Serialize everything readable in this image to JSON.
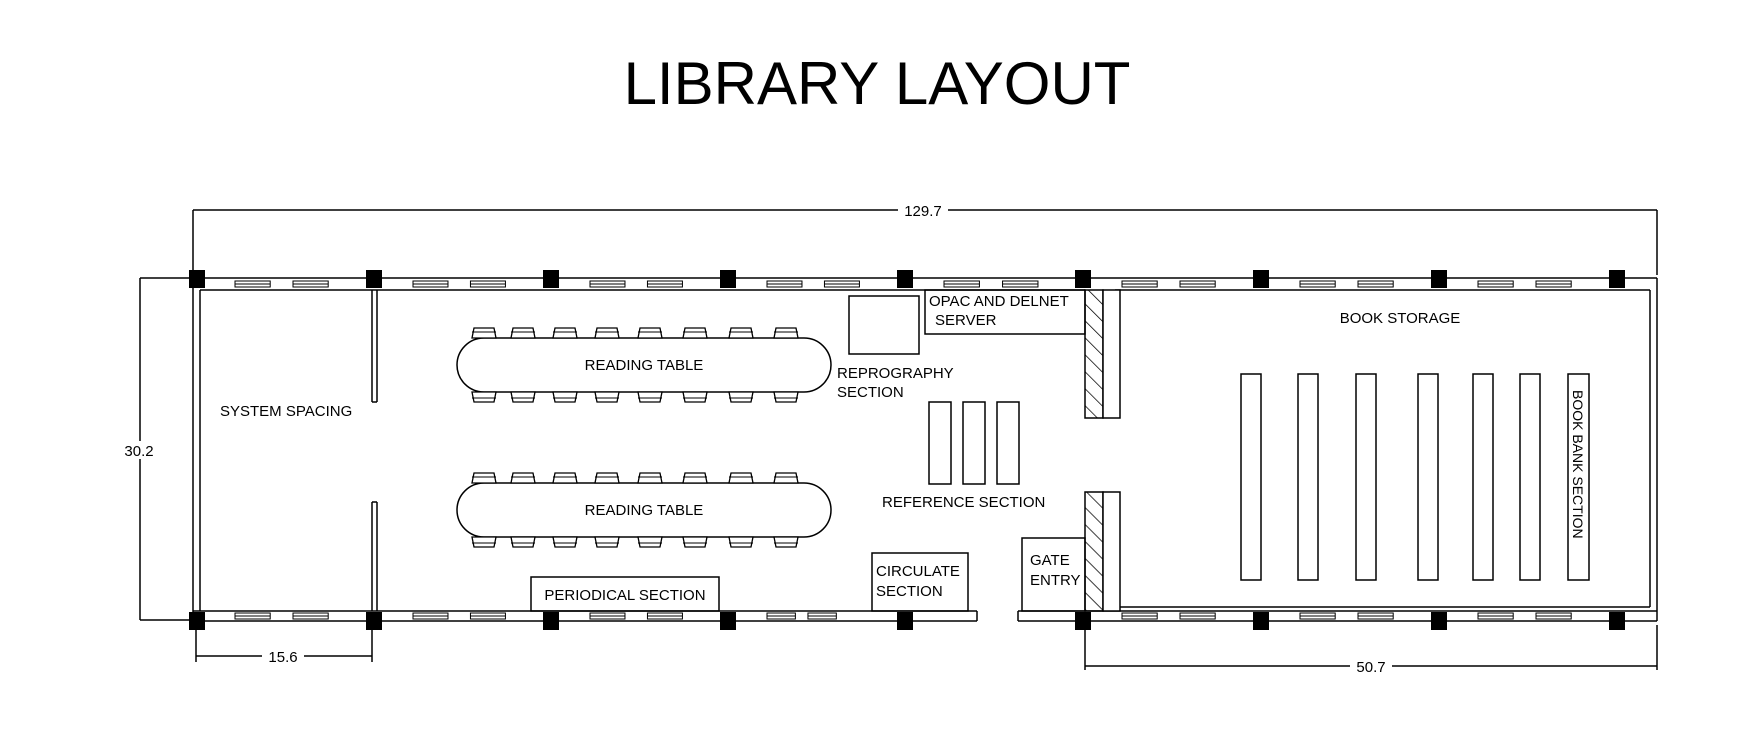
{
  "title": "LIBRARY LAYOUT",
  "dimensions": {
    "total_length": "129.7",
    "width": "30.2",
    "system_spacing_width": "15.6",
    "book_storage_length": "50.7"
  },
  "labels": {
    "system_spacing": "SYSTEM SPACING",
    "reading_table_1": "READING TABLE",
    "reading_table_2": "READING TABLE",
    "reprography_line1": "REPROGRAPHY",
    "reprography_line2": "SECTION",
    "opac_line1": "OPAC  AND DELNET",
    "opac_line2": "SERVER",
    "reference_section": "REFERENCE SECTION",
    "periodical_section": "PERIODICAL SECTION",
    "circulate_line1": "CIRCULATE",
    "circulate_line2": "SECTION",
    "gate_line1": "GATE",
    "gate_line2": "ENTRY",
    "book_storage": "BOOK STORAGE",
    "book_bank_section": "BOOK BANK SECTION"
  }
}
